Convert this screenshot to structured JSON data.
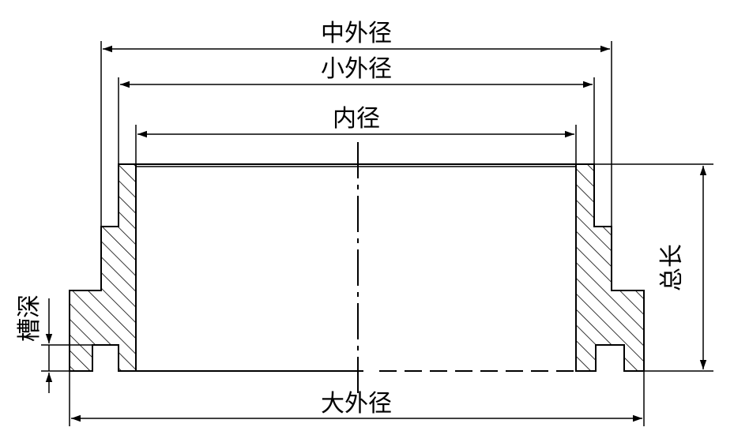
{
  "labels": {
    "mid_outer_diameter": "中外径",
    "small_outer_diameter": "小外径",
    "inner_diameter": "内径",
    "large_outer_diameter": "大外径",
    "total_length": "总长",
    "groove_depth": "槽深"
  }
}
